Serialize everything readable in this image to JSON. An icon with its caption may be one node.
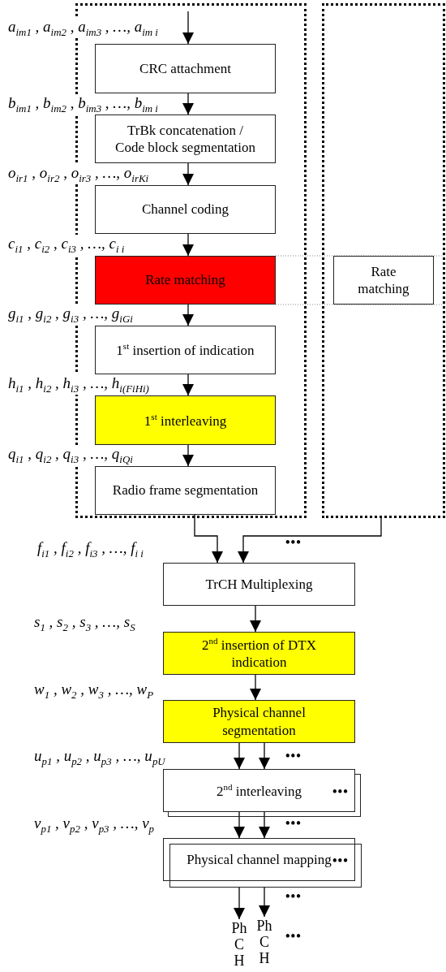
{
  "diagram": {
    "nodes": [
      {
        "text": [],
        "shape": "box"
      },
      {
        "text": [],
        "shape": "box"
      },
      {
        "text": [
          "CRC attachment"
        ],
        "in": 0
      },
      {
        "text": [
          "TrBk concatenation / Code block segmentation"
        ],
        "in": 0
      },
      {
        "text": [
          "Channel coding"
        ],
        "in": 0
      },
      {
        "text": [
          "Rate matching"
        ],
        "in": 0
      },
      {
        "text": [
          "1$^{st}$ insertion of indication"
        ],
        "in": 0
      },
      {
        "text": [
          "1$^{st}$ interleaving"
        ],
        "in": 0
      },
      {
        "text": [
          "Radio frame segmentation"
        ],
        "in": 0
      },
      {
        "text": [
          "Rate matching"
        ],
        "in": 1
      },
      {
        "text": [
          "TrCH Multiplexing"
        ]
      },
      {
        "text": [
          "2$^{nd}$ insertion of DTX indication"
        ]
      },
      {
        "text": [
          "Physical channel segmentation"
        ]
      },
      {
        "text": [
          "2$^{nd}$ interleaving"
        ]
      },
      {
        "text": [
          "Physical channel mapping"
        ]
      },
      {
        "text": [
          "Ph C H"
        ]
      },
      {
        "text": [
          "Ph C H"
        ]
      }
    ],
    "edges": [
      {
        "from": null,
        "to": 2,
        "arrow": "to"
      },
      {
        "from": 2,
        "to": 3,
        "arrow": "to"
      },
      {
        "from": 3,
        "to": 4,
        "arrow": "to"
      },
      {
        "from": 4,
        "to": 5,
        "arrow": "to"
      },
      {
        "from": 5,
        "to": 6,
        "arrow": "to"
      },
      {
        "from": 6,
        "to": 7,
        "arrow": "to"
      },
      {
        "from": 7,
        "to": 8,
        "arrow": "to"
      },
      {
        "from": 8,
        "to": 10,
        "arrow": "to"
      },
      {
        "from": 1,
        "to": 10,
        "arrow": "to"
      },
      {
        "from": 10,
        "to": 11,
        "arrow": "to"
      },
      {
        "from": 11,
        "to": 12,
        "arrow": "to"
      },
      {
        "from": 12,
        "to": 13,
        "arrow": "to"
      },
      {
        "from": 12,
        "to": 13,
        "arrow": "to"
      },
      {
        "from": 13,
        "to": 14,
        "arrow": "to"
      },
      {
        "from": 13,
        "to": 14,
        "arrow": "to"
      },
      {
        "from": 14,
        "to": 15,
        "arrow": "to"
      },
      {
        "from": 14,
        "to": 16,
        "arrow": "to"
      }
    ],
    "labels": [
      "a$_{im1}$ , a$_{im2}$ , a$_{im3}$ , …, a$_{im i}$",
      "b$_{im1}$ , b$_{im2}$ , b$_{im3}$ , …, b$_{im i}$",
      "o$_{ir1}$ , o$_{ir2}$ , o$_{ir3}$ , …, o$_{irK}$$_{i}$",
      "c$_{i1}$ , c$_{i2}$ , c$_{i3}$ , …, c$_{i i}$",
      "g$_{i1}$ , g$_{i2}$ , g$_{i3}$ , …, g$_{iG}$$_{i}$",
      "h$_{i1}$ , h$_{i2}$ , h$_{i3}$ , …, h$_{i(FiHi)}$",
      "q$_{i1}$ , q$_{i2}$ , q$_{i3}$ , …, q$_{iQ}$$_{i}$",
      "f$_{i1}$ , f$_{i2}$ , f$_{i3}$ , …, f$_{i i}$",
      "•••",
      "s$_{1}$ , s$_{2}$ , s$_{3}$ , …, s$_{S}$",
      "w$_{1}$ , w$_{2}$ , w$_{3}$ , …, w$_{P}$",
      "u$_{p1}$ , u$_{p2}$ , u$_{p3}$ , …, u$_{pU}$",
      "•••",
      "•••",
      "v$_{p1}$ , v$_{p2}$ , v$_{p3}$ , …, v$_{p}$",
      "•••",
      "•••",
      "•••",
      "•••"
    ]
  }
}
